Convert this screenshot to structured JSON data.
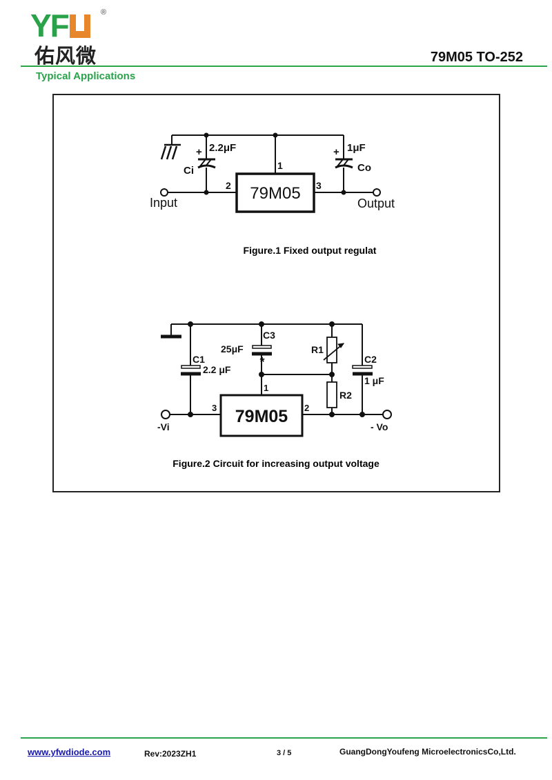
{
  "header": {
    "logo_latin": "YF",
    "logo_registered": "®",
    "logo_chinese": "佑风微",
    "doc_title": "79M05 TO-252",
    "section_title": "Typical Applications"
  },
  "colors": {
    "brand_green": "#2aa24a",
    "brand_orange": "#e8862c",
    "link_blue": "#1a1aa8"
  },
  "figure1": {
    "chip_label": "79M05",
    "pins": {
      "gnd": "1",
      "input": "2",
      "output": "3"
    },
    "ci_label": "Ci",
    "ci_value": "2.2μF",
    "co_label": "Co",
    "co_value": "1μF",
    "plus_sign": "+",
    "input_label": "Input",
    "output_label": "Output",
    "ground_icon": "ground-symbol",
    "caption": "Figure.1 Fixed output regulat"
  },
  "figure2": {
    "chip_label": "79M05",
    "pins": {
      "gnd": "1",
      "output": "2",
      "input": "3"
    },
    "c1_label": "C1",
    "c1_value": "2.2 μF",
    "c3_label": "C3",
    "c3_value": "25μF",
    "c3_marker": "*",
    "c2_label": "C2",
    "c2_value": "1 μF",
    "r1_label": "R1",
    "r2_label": "R2",
    "vi_label": "-Vi",
    "vo_label": "- Vo",
    "caption": "Figure.2 Circuit for increasing output voltage"
  },
  "footer": {
    "website": "www.yfwdiode.com",
    "revision": "Rev:2023ZH1",
    "page": "3 / 5",
    "company": "GuangDongYoufeng MicroelectronicsCo,Ltd."
  }
}
